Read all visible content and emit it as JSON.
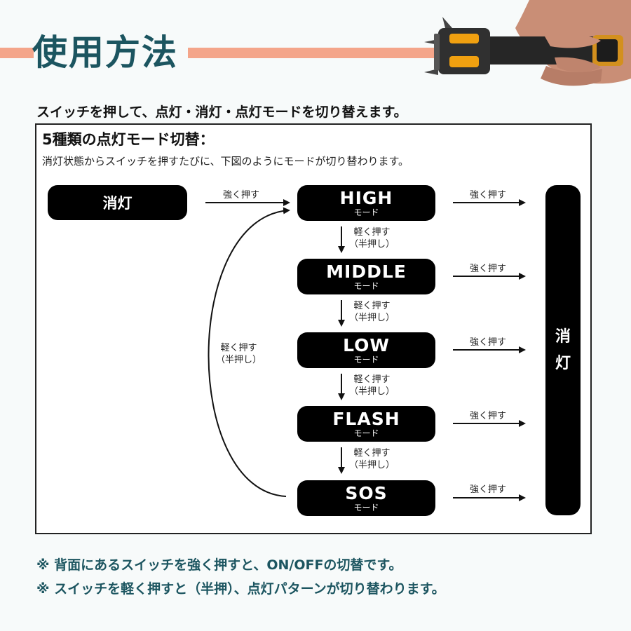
{
  "header": {
    "title": "使用方法",
    "subtitle": "スイッチを押して、点灯・消灯・点灯モードを切り替えます。"
  },
  "box": {
    "heading": "5種類の点灯モード切替：",
    "description": "消灯状態からスイッチを押すたびに、下図のようにモードが切り替わります。"
  },
  "states": {
    "start": "消灯",
    "end_line1": "消",
    "end_line2": "灯"
  },
  "modes": [
    {
      "name": "HIGH",
      "sub": "モード"
    },
    {
      "name": "MIDDLE",
      "sub": "モード"
    },
    {
      "name": "LOW",
      "sub": "モード"
    },
    {
      "name": "FLASH",
      "sub": "モード"
    },
    {
      "name": "SOS",
      "sub": "モード"
    }
  ],
  "labels": {
    "strong_press": "強く押す",
    "light_press_line1": "軽く押す",
    "light_press_line2": "（半押し）"
  },
  "notes": [
    "※ 背面にあるスイッチを強く押すと、ON/OFFの切替です。",
    "※ スイッチを軽く押すと（半押）、点灯パターンが切り替わります。"
  ],
  "colors": {
    "title_teal": "#1c5560",
    "accent_salmon": "#f4a58a",
    "pill_black": "#000000"
  }
}
